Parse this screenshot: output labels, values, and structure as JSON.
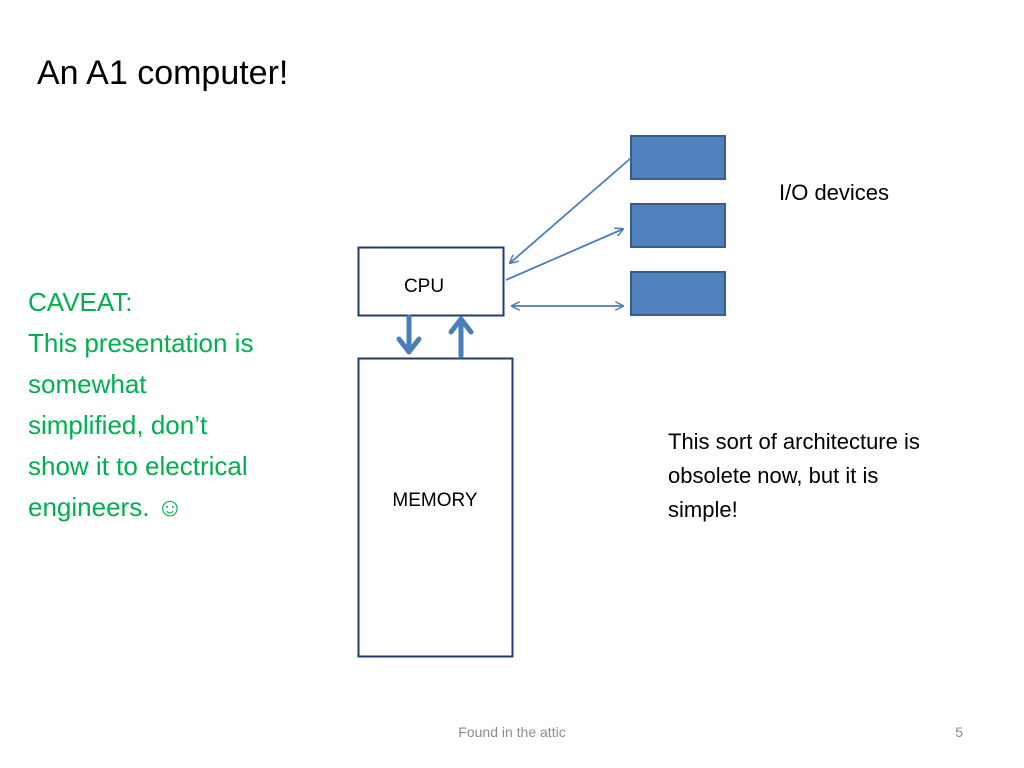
{
  "slide": {
    "title": "An A1 computer!",
    "caveat_lines": [
      "CAVEAT:",
      "This presentation is",
      "somewhat",
      "simplified, don’t",
      "show it to electrical",
      "engineers. ☺"
    ],
    "note_lines": [
      "This sort of architecture is",
      "obsolete now, but it is",
      "simple!"
    ],
    "footer": "Found in the attic",
    "page_number": "5"
  },
  "diagram": {
    "cpu_label": "CPU",
    "memory_label": "MEMORY",
    "io_label": "I/O devices",
    "io_device_count": 3,
    "colors": {
      "io_fill": "#4f81bd",
      "io_stroke": "#385d8a",
      "arrow": "#4a7ebb",
      "box_stroke": "#1f3d66",
      "caveat_text": "#00b050"
    }
  }
}
